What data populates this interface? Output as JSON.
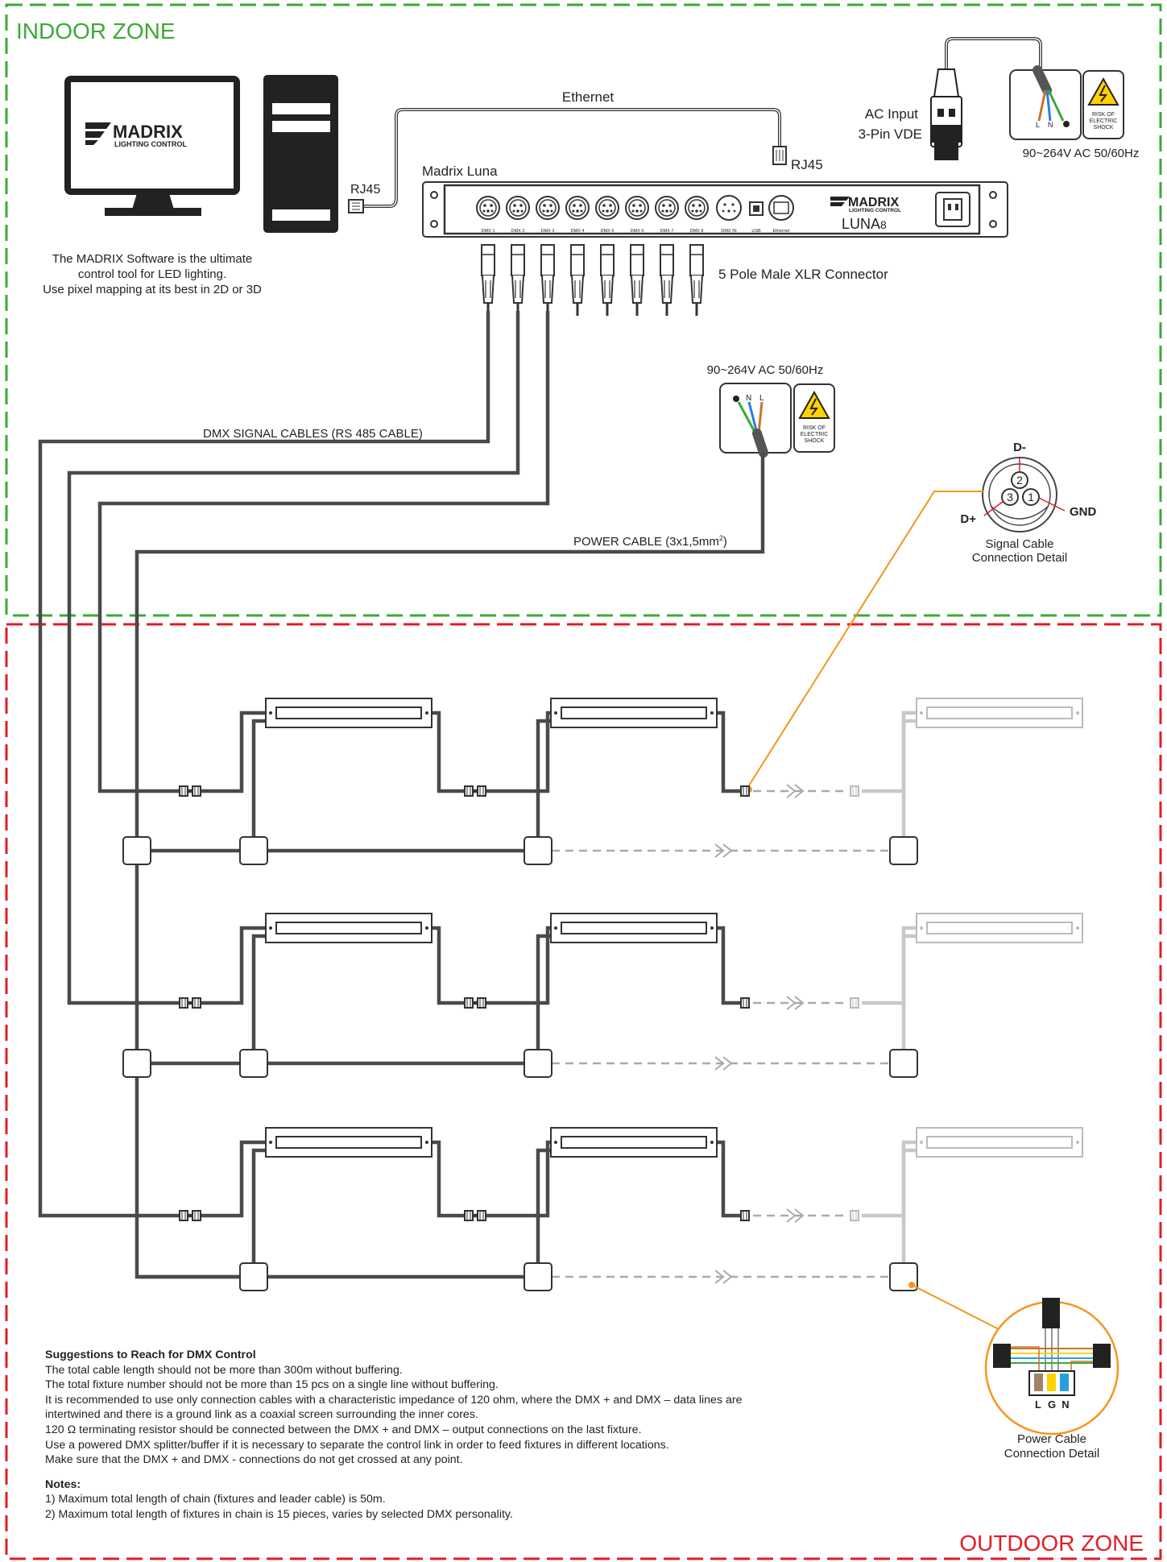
{
  "colors": {
    "indoor": "#3aaa35",
    "outdoor": "#e11d25",
    "cable": "#4a4a4a",
    "cable_light": "#bdbdbd",
    "orange": "#f7941d",
    "warn": "#ffd200"
  },
  "zones": {
    "indoor": "INDOOR ZONE",
    "outdoor": "OUTDOOR ZONE"
  },
  "computer": {
    "monitor_logo": "MADRIX",
    "monitor_logo_sub": "LIGHTING CONTROL",
    "description": [
      "The MADRIX Software is the ultimate",
      "control tool for LED lighting.",
      "Use pixel mapping at its best in 2D or 3D"
    ]
  },
  "network": {
    "ethernet": "Ethernet",
    "rj45_left": "RJ45",
    "rj45_right": "RJ45"
  },
  "power_in": {
    "ac_input": "AC Input",
    "vde": "3-Pin VDE",
    "voltage": "90~264V AC 50/60Hz",
    "risk": [
      "RISK OF",
      "ELECTRIC",
      "SHOCK"
    ],
    "L": "L",
    "N": "N"
  },
  "luna": {
    "name": "Madrix Luna",
    "ports": [
      "DMX 1",
      "DMX 2",
      "DMX 3",
      "DMX 4",
      "DMX 5",
      "DMX 6",
      "DMX 7",
      "DMX 8",
      "DMX IN",
      "USB",
      "Ethernet"
    ],
    "logo": "MADRIX",
    "logo_sub": "LIGHTING CONTROL",
    "model": "LUNA",
    "model_num": "8"
  },
  "xlr_label": "5 Pole Male XLR Connector",
  "outdoor_power": {
    "voltage": "90~264V AC 50/60Hz",
    "N": "N",
    "L": "L",
    "risk": [
      "RISK OF",
      "ELECTRIC",
      "SHOCK"
    ]
  },
  "labels": {
    "dmx_cables": "DMX SIGNAL CABLES (RS 485 CABLE)",
    "power_cable": "POWER CABLE (3x1,5mm",
    "power_cable_sup": "2",
    "power_cable_end": ")"
  },
  "signal_detail": {
    "d_minus": "D-",
    "d_plus": "D+",
    "gnd": "GND",
    "pins": [
      "2",
      "3",
      "1"
    ],
    "caption": [
      "Signal Cable",
      "Connection Detail"
    ]
  },
  "power_detail": {
    "pins": [
      "L",
      "G",
      "N"
    ],
    "caption": [
      "Power Cable",
      "Connection Detail"
    ]
  },
  "suggestions": {
    "title": "Suggestions to Reach for DMX Control",
    "lines": [
      "The total cable length should not be more than 300m without buffering.",
      "The total fixture number should not be more than 15 pcs on a single line without buffering.",
      "It is recommended to use only connection cables with a characteristic impedance of 120 ohm, where the DMX + and DMX – data lines are",
      "intertwined and there is a ground link as a coaxial screen surrounding the inner cores.",
      "120 Ω terminating resistor should be connected between the DMX + and DMX – output connections on the last fixture.",
      "Use a powered DMX splitter/buffer if it is necessary to separate the control link in order to feed fixtures in different locations.",
      "Make sure that the DMX + and DMX - connections do not get crossed at any point."
    ]
  },
  "notes": {
    "title": "Notes:",
    "lines": [
      "1) Maximum total length of chain (fixtures and leader cable) is 50m.",
      "2) Maximum total length of fixtures in chain is 15 pieces, varies by selected DMX personality."
    ]
  }
}
